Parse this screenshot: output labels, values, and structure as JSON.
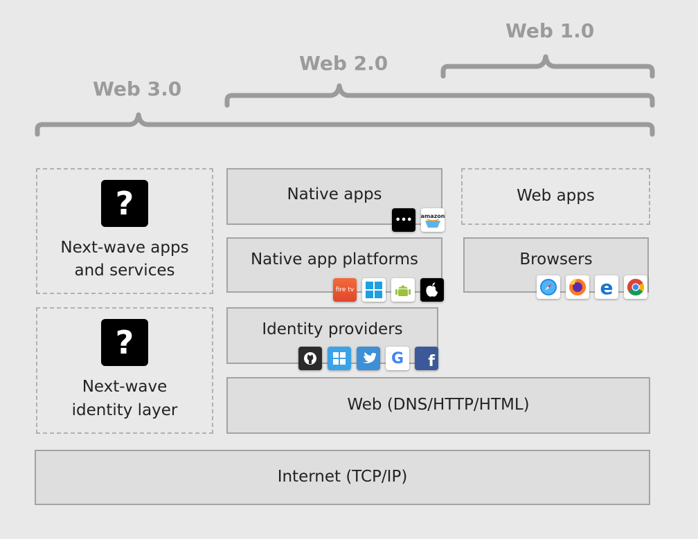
{
  "braces": {
    "web1": "Web 1.0",
    "web2": "Web 2.0",
    "web3": "Web 3.0"
  },
  "boxes": {
    "next_wave_apps": "Next-wave apps\nand services",
    "next_wave_identity": "Next-wave\nidentity layer",
    "native_apps": "Native apps",
    "web_apps": "Web apps",
    "native_app_platforms": "Native app platforms",
    "browsers": "Browsers",
    "identity_providers": "Identity providers",
    "web": "Web (DNS/HTTP/HTML)",
    "internet": "Internet (TCP/IP)"
  },
  "question_mark": "?",
  "icons": {
    "native_apps": [
      {
        "name": "more-apps-icon",
        "text": "•••"
      },
      {
        "name": "amazon-appstore-icon",
        "text": "amazon"
      }
    ],
    "platforms": [
      {
        "name": "fire-tv-icon",
        "text": "fire tv"
      },
      {
        "name": "windows-icon",
        "text": ""
      },
      {
        "name": "android-icon",
        "text": ""
      },
      {
        "name": "apple-icon",
        "text": ""
      }
    ],
    "browsers": [
      {
        "name": "safari-icon"
      },
      {
        "name": "firefox-icon"
      },
      {
        "name": "edge-icon",
        "text": "e"
      },
      {
        "name": "chrome-icon"
      }
    ],
    "identity": [
      {
        "name": "github-icon"
      },
      {
        "name": "microsoft-icon"
      },
      {
        "name": "twitter-icon"
      },
      {
        "name": "google-icon",
        "text": "G"
      },
      {
        "name": "facebook-icon",
        "text": "f"
      }
    ]
  },
  "colors": {
    "brace": "#9b9b9b",
    "background": "#e9e9e9",
    "box_fill": "#dedede"
  }
}
